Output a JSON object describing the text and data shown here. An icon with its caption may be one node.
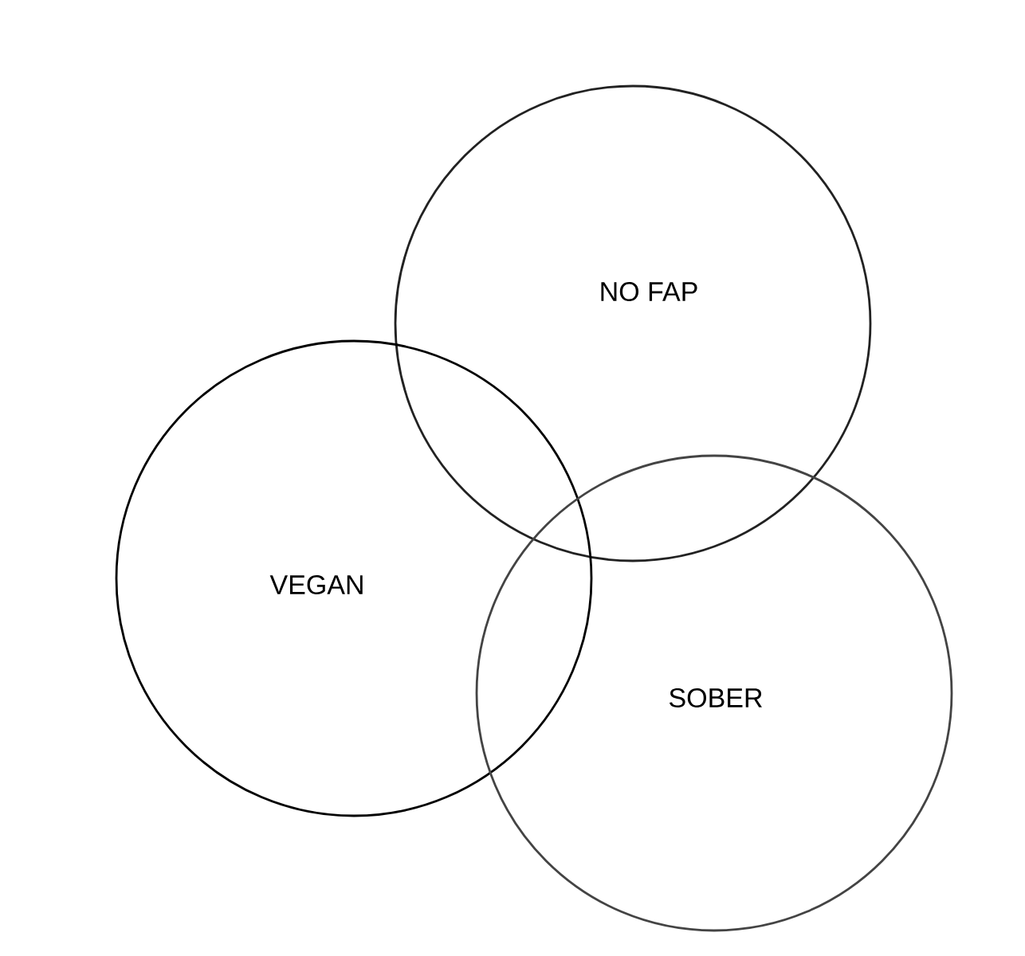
{
  "diagram": {
    "nodes": [
      {
        "text": [
          "NO FAP"
        ]
      },
      {
        "text": [
          "VEGAN"
        ]
      },
      {
        "text": [
          "SOBER"
        ]
      }
    ]
  }
}
